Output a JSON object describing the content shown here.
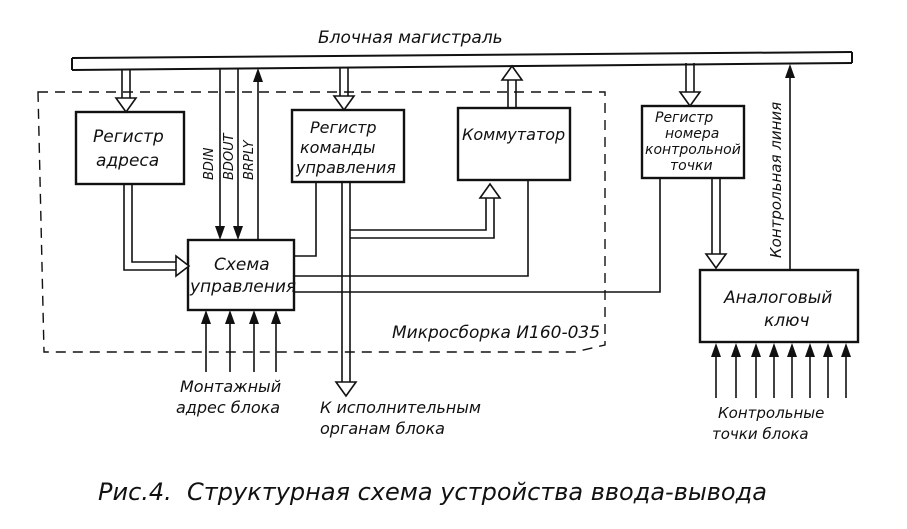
{
  "labels": {
    "bus": "Блочная магистраль",
    "reg_addr_1": "Регистр",
    "reg_addr_2": "адреса",
    "reg_cmd_1": "Регистр",
    "reg_cmd_2": "команды",
    "reg_cmd_3": "управления",
    "commutator": "Коммутатор",
    "reg_cp_1": "Регистр",
    "reg_cp_2": "номера",
    "reg_cp_3": "контрольной",
    "reg_cp_4": "точки",
    "control_1": "Схема",
    "control_2": "управления",
    "analog_1": "Аналоговый",
    "analog_2": "ключ",
    "bdin": "BDIN",
    "bdout": "BDOUT",
    "brply": "BRPLY",
    "control_line": "Контрольная линия",
    "microassembly": "Микросборка И160-035",
    "mount_1": "Монтажный",
    "mount_2": "адрес блока",
    "exec_1": "К исполнительным",
    "exec_2": "органам блока",
    "cp_1": "Контрольные",
    "cp_2": "точки блока",
    "caption": "Рис.4.  Структурная схема устройства ввода-вывода"
  }
}
